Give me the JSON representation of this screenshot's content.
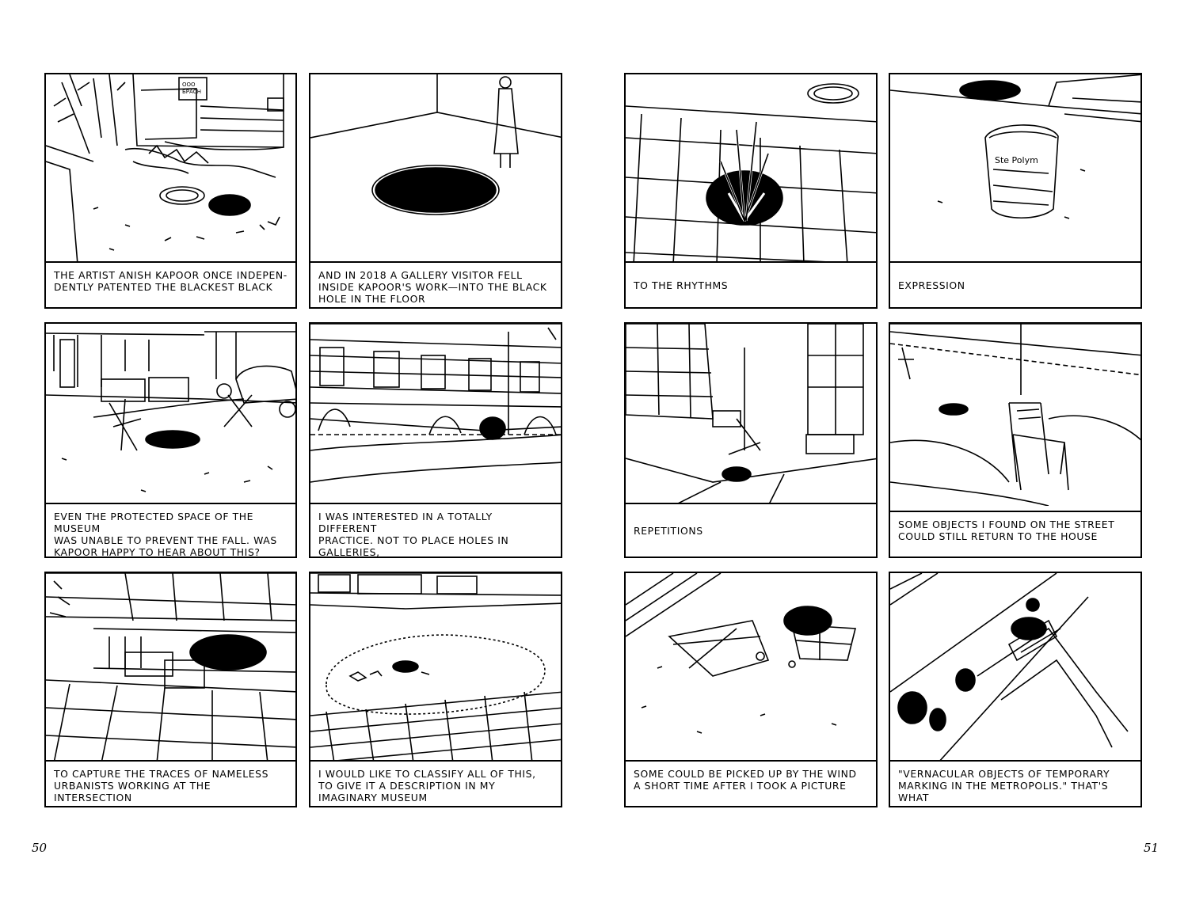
{
  "spread": {
    "left_page": {
      "page_number": "50",
      "panels": [
        {
          "caption": "The artist Anish Kapoor once indepen-\ndently patented the blackest black",
          "sign_text": "ООО\nБРАСН"
        },
        {
          "caption": "And in 2018 a gallery visitor fell\ninside Kapoor's work—into the black\nhole in the floor"
        },
        {
          "caption": "Even the protected space of the museum\nwas unable to prevent the fall. Was\nKapoor happy to hear about this?\nI don't know"
        },
        {
          "caption": "I was interested in a totally different\npractice. Not to place holes in galleries,\nbut to collect material evidence that\nthese holes were being noticed by someone"
        },
        {
          "caption": "To capture the traces of nameless\nurbanists working at the intersection\nof found and repaired objects"
        },
        {
          "caption": "I would like to classify all of this,\nto give it a description in my\nimaginary museum"
        }
      ]
    },
    "right_page": {
      "page_number": "51",
      "panels": [
        {
          "caption": "To the rhythms"
        },
        {
          "caption": "Expression",
          "bag_text": "Ste Polym"
        },
        {
          "caption": "Repetitions"
        },
        {
          "caption": "Some objects I found on the street\ncould still return to the house"
        },
        {
          "caption": "Some could be picked up by the wind\na short time after I took a picture"
        },
        {
          "caption": "\"Vernacular objects of temporary\nmarking in the metropolis.\" That's what\nI wanted to call my project"
        }
      ]
    }
  }
}
